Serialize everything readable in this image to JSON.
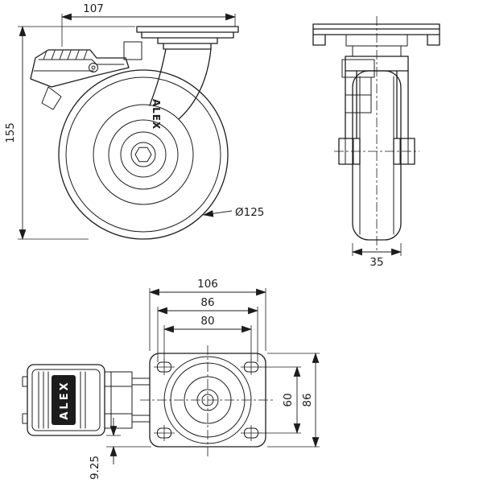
{
  "meta": {
    "background": "#ffffff",
    "line_color": "#1c1c1c",
    "drawing_type": "caster wheel technical drawing, three orthographic views"
  },
  "side_view": {
    "dim_top_width": "107",
    "dim_overall_height": "155",
    "wheel_diameter": "Ø125",
    "brand": "ALEX"
  },
  "front_view": {
    "dim_wheel_width": "35"
  },
  "plan_view": {
    "dim_plate_width": "106",
    "dim_slot_outer_span": "86",
    "dim_hole_spacing_x": "80",
    "dim_hole_spacing_y": "60",
    "dim_plate_height": "86",
    "dim_pedal_offset": "9.25",
    "brand": "ALEX"
  }
}
